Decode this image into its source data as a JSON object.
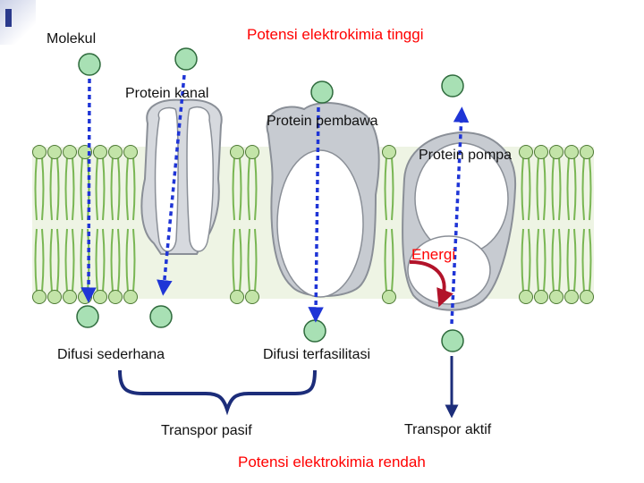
{
  "labels": {
    "molecule": "Molekul",
    "high_potential": "Potensi elektrokimia tinggi",
    "channel_protein": "Protein kanal",
    "carrier_protein": "Protein pembawa",
    "pump_protein": "Protein pompa",
    "energy": "Energi",
    "simple_diffusion": "Difusi sederhana",
    "facilitated_diffusion": "Difusi terfasilitasi",
    "passive_transport": "Transpor pasif",
    "active_transport": "Transpor aktif",
    "low_potential": "Potensi elektrokimia rendah"
  },
  "colors": {
    "molecule_fill": "#a8e0b4",
    "lipid_head": "#c3e4a8",
    "lipid_tail": "#79b653",
    "protein_fill": "#ffffff",
    "protein_outline": "#8a8f97",
    "dashed_arrow": "#1f35d6",
    "energy_arrow": "#b2132a",
    "bracket": "#1c2d7a",
    "red_text": "#ff0000"
  }
}
